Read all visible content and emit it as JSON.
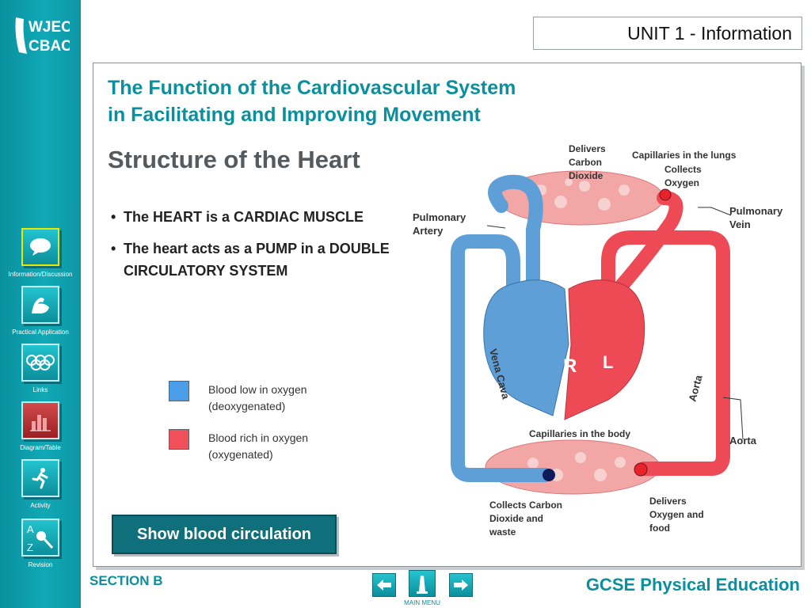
{
  "logo": {
    "line1": "WJEC",
    "line2": "CBAC"
  },
  "unit_title": "UNIT 1 - Information",
  "nav": [
    {
      "label": "Information/Discussion",
      "icon": "speech-bubble-icon"
    },
    {
      "label": "Practical Application",
      "icon": "flexed-arm-icon"
    },
    {
      "label": "Links",
      "icon": "olympic-rings-icon"
    },
    {
      "label": "Diagram/Table",
      "icon": "bar-chart-icon"
    },
    {
      "label": "Activity",
      "icon": "running-person-icon"
    },
    {
      "label": "Revision",
      "icon": "a-z-search-icon",
      "letters": {
        "top": "A",
        "bottom": "Z"
      }
    }
  ],
  "content": {
    "title_line1": "The Function of the Cardiovascular System",
    "title_line2": "in Facilitating and Improving Movement",
    "subtitle": "Structure of the Heart",
    "bullets": [
      "The HEART is a CARDIAC MUSCLE",
      "The heart acts as a PUMP in a DOUBLE CIRCULATORY SYSTEM"
    ],
    "legend": [
      {
        "line1": "Blood low in oxygen",
        "line2": "(deoxygenated)",
        "color": "#4a9ee8"
      },
      {
        "line1": "Blood rich in oxygen",
        "line2": "(oxygenated)",
        "color": "#f0505a"
      }
    ],
    "show_button": "Show blood circulation"
  },
  "diagram": {
    "delivers_co2": [
      "Delivers",
      "Carbon",
      "Dioxide"
    ],
    "capillaries_lungs": "Capillaries in the lungs",
    "collects_oxygen": [
      "Collects",
      "Oxygen"
    ],
    "pulmonary_artery": [
      "Pulmonary",
      "Artery"
    ],
    "pulmonary_vein": [
      "Pulmonary",
      "Vein"
    ],
    "vena_cava": "Vena Cava",
    "aorta_vertical": "Aorta",
    "aorta": "Aorta",
    "right_letter": "R",
    "left_letter": "L",
    "capillaries_body": "Capillaries in the body",
    "collects_co2": [
      "Collects Carbon",
      "Dioxide and",
      "waste"
    ],
    "delivers_o2": [
      "Delivers",
      "Oxygen and",
      "food"
    ],
    "colors": {
      "blue": "#5d9fd6",
      "red": "#ee4a55",
      "capillary": "#f2a6a6"
    }
  },
  "footer": {
    "section": "SECTION B",
    "brand": "GCSE Physical Education",
    "menu_label": "MAIN MENU"
  }
}
